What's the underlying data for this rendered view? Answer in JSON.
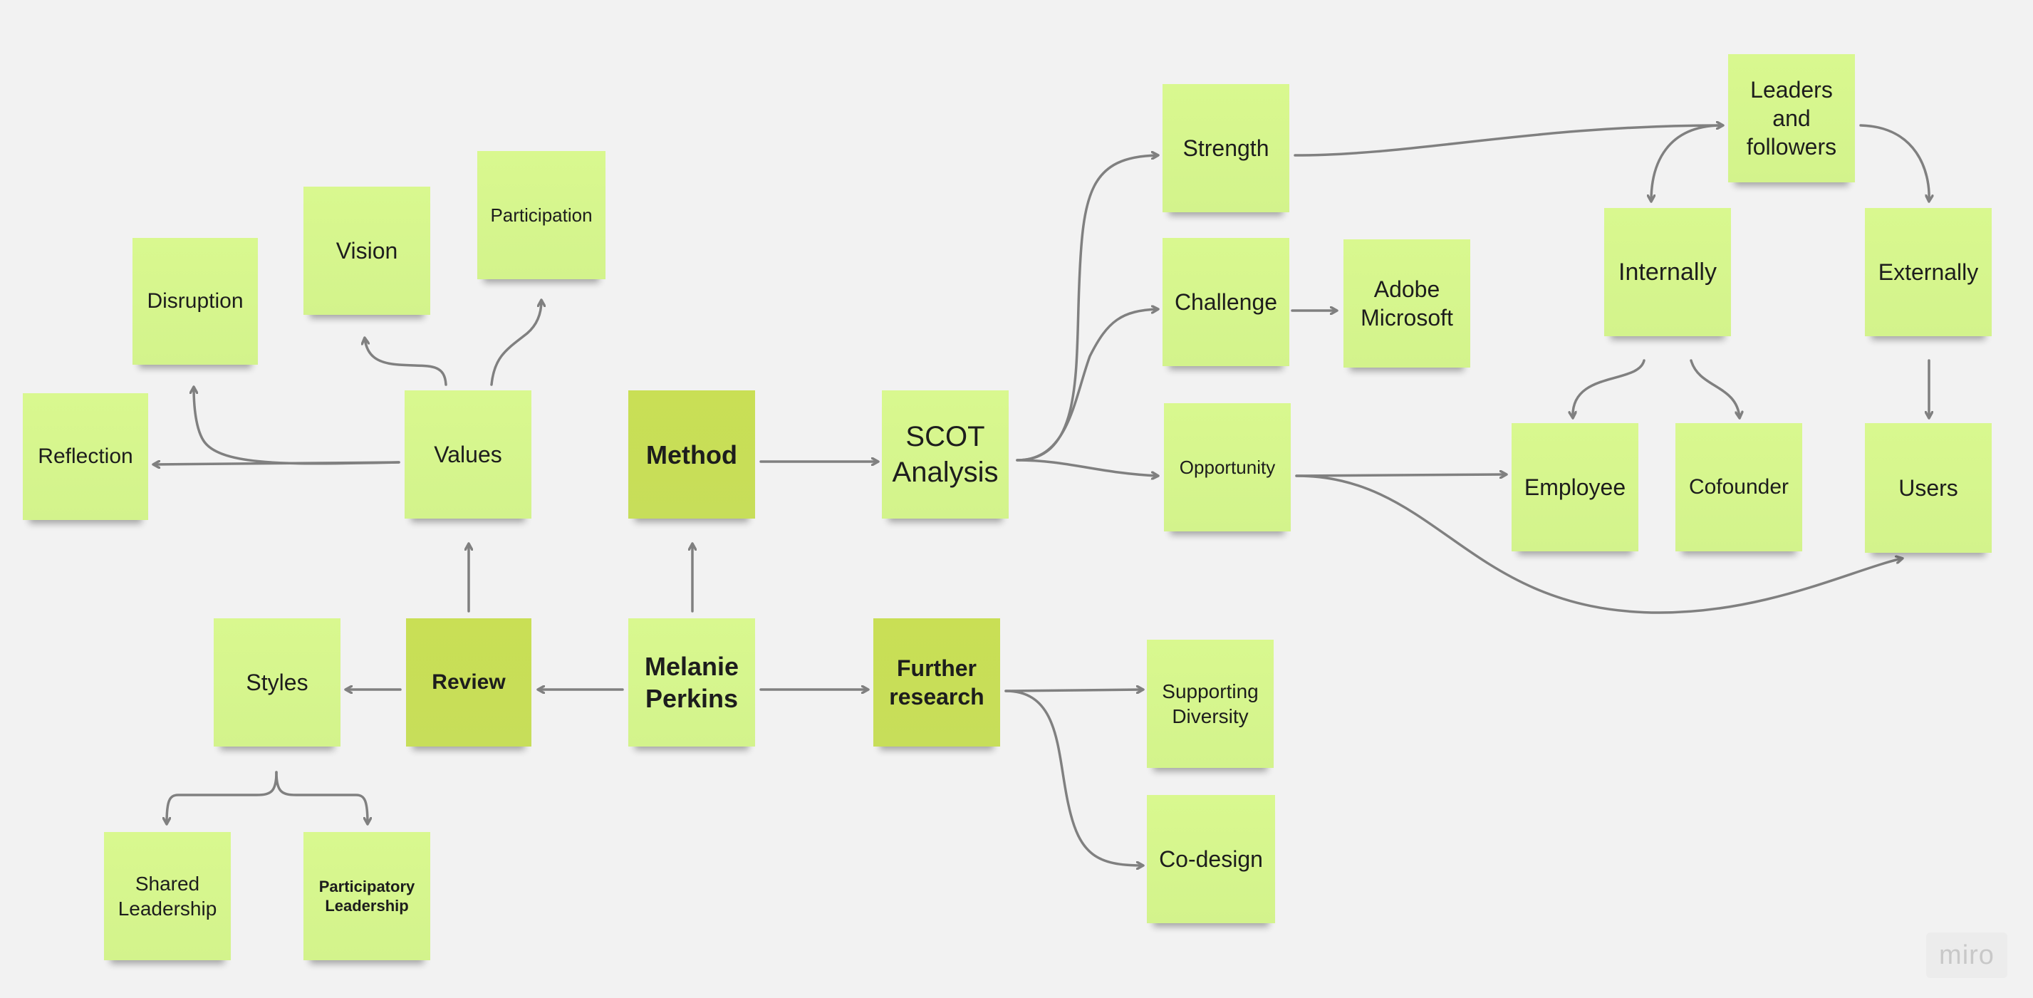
{
  "board": {
    "watermark": "miro",
    "colors": {
      "background": "#f2f2f2",
      "note_light": "#d8f78f",
      "note_dark": "#c8de57",
      "connector": "#808080"
    },
    "notes": {
      "reflection": "Reflection",
      "disruption": "Disruption",
      "vision": "Vision",
      "participation": "Participation",
      "values": "Values",
      "method": "Method",
      "scot_analysis": "SCOT\nAnalysis",
      "strength": "Strength",
      "challenge": "Challenge",
      "adobe_microsoft": "Adobe\nMicrosoft",
      "opportunity": "Opportunity",
      "leaders_followers": "Leaders\nand\nfollowers",
      "internally": "Internally",
      "externally": "Externally",
      "employee": "Employee",
      "cofounder": "Cofounder",
      "users": "Users",
      "styles": "Styles",
      "review": "Review",
      "melanie_perkins": "Melanie\nPerkins",
      "further_research": "Further\nresearch",
      "supporting_diversity": "Supporting\nDiversity",
      "co_design": "Co-design",
      "shared_leadership": "Shared\nLeadership",
      "participatory_leadership": "Participatory\nLeadership"
    }
  }
}
